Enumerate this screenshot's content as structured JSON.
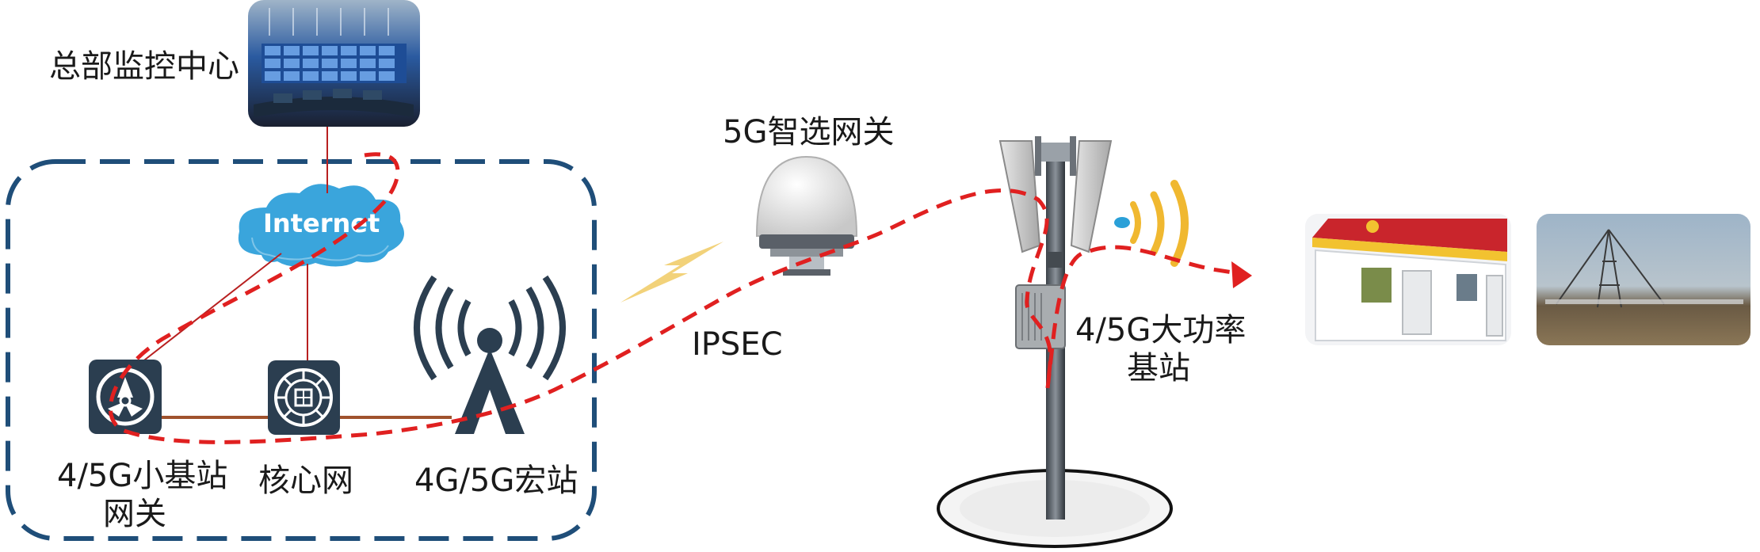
{
  "diagram": {
    "hq_label": "总部监控中心",
    "internet_label": "Internet",
    "small_cell_gw_line1": "4/5G小基站",
    "small_cell_gw_line2": "网关",
    "core_label": "核心网",
    "macro_label": "4G/5G宏站",
    "smart_gw_label": "5G智选网关",
    "ipsec_label": "IPSEC",
    "hp_bs_line1": "4/5G大功率",
    "hp_bs_line2": "基站"
  },
  "colors": {
    "region_border": "#1f4e79",
    "link_red": "#b82020",
    "link_brown": "#a0522d",
    "dashed_path": "#e02020",
    "device_fill": "#2b3e50",
    "cloud_fill": "#3aa5dc",
    "signal_gold": "#f0b830"
  }
}
